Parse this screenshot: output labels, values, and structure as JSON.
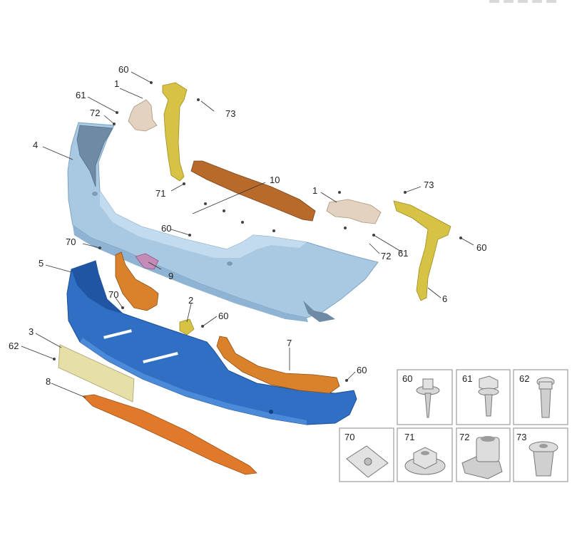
{
  "callouts": {
    "c60a": "60",
    "c1a": "1",
    "c61a": "61",
    "c72a": "72",
    "c73a": "73",
    "c4": "4",
    "c10": "10",
    "c71a": "71",
    "c1b": "1",
    "c73b": "73",
    "c60b": "60",
    "c72b": "72",
    "c61b": "61",
    "c60c": "60",
    "c70a": "70",
    "c5": "5",
    "c9": "9",
    "c70b": "70",
    "c2": "2",
    "c60d": "60",
    "c6": "6",
    "c3": "3",
    "c7": "7",
    "c62a": "62",
    "c60e": "60",
    "c8": "8"
  },
  "fasteners": [
    "60",
    "61",
    "62",
    "70",
    "71",
    "72",
    "73"
  ],
  "colors": {
    "bumper_cover": "#a9c9e3",
    "lower_cover": "#2f6fc4",
    "orange_parts": "#d9822b",
    "bracket_yellow": "#d6c244",
    "bracket_beige": "#e3d2bf",
    "plate": "#e6dfa8",
    "diffuser": "#e07a2a",
    "bracket_pink": "#c48ab8"
  }
}
